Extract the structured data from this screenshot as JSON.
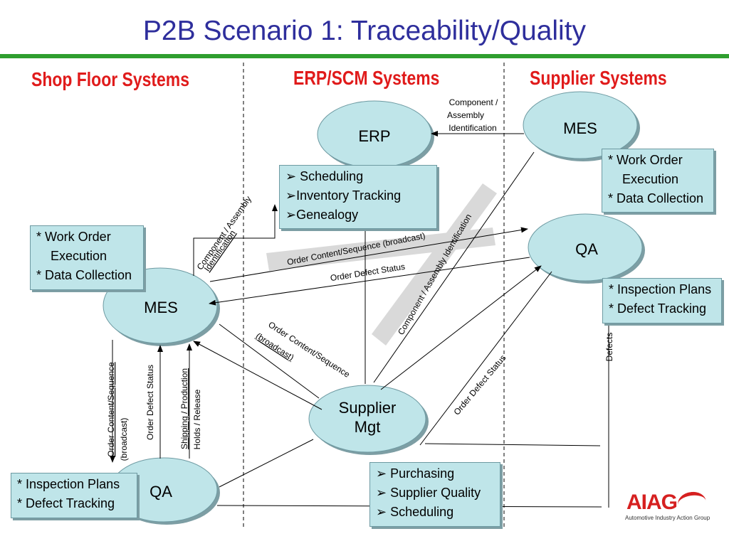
{
  "title": "P2B Scenario 1:  Traceability/Quality",
  "headers": {
    "shop_floor": "Shop Floor Systems",
    "erp_scm": "ERP/SCM Systems",
    "supplier": "Supplier Systems"
  },
  "nodes": {
    "erp": "ERP",
    "mes_supplier": "MES",
    "qa_supplier": "QA",
    "mes_shop": "MES",
    "qa_shop": "QA",
    "supplier_mgt_line1": "Supplier",
    "supplier_mgt_line2": "Mgt"
  },
  "boxes": {
    "erp_functions": [
      "➢ Scheduling",
      "➢Inventory Tracking",
      "➢Genealogy"
    ],
    "supplier_mes_functions": [
      "* Work Order",
      "    Execution",
      "* Data Collection"
    ],
    "supplier_qa_functions": [
      "* Inspection Plans",
      "* Defect Tracking"
    ],
    "shop_mes_functions": [
      "* Work Order",
      "    Execution",
      "* Data Collection"
    ],
    "shop_qa_functions": [
      "* Inspection Plans",
      "* Defect Tracking"
    ],
    "supplier_mgt_functions": [
      "➢ Purchasing",
      "➢ Supplier Quality",
      "➢ Scheduling"
    ]
  },
  "labels": {
    "component_assembly_id_top": [
      "Component /",
      "Assembly",
      "Identification"
    ],
    "component_assembly_id_left": [
      "Component / Assembly",
      "Identification"
    ],
    "order_content_broadcast": "Order Content/Sequence (broadcast)",
    "order_defect_status_top": "Order Defect Status",
    "component_assembly_id_band": "Component / Assembly Identification",
    "order_content_sequence_mid": [
      "Order Content/Sequence",
      "(broadcast)"
    ],
    "order_defect_status_right": "Order Defect Status",
    "defects": "Defects",
    "order_content_vertical": [
      "Order Content/Sequence",
      "(broadcast)"
    ],
    "order_defect_status_vertical": "Order Defect Status",
    "shipping_holds": [
      "Shipping / Production",
      "Holds / Release"
    ]
  },
  "logo": {
    "word": "AIAG",
    "subtitle": "Automotive Industry Action Group",
    "color": "#d62020"
  },
  "colors": {
    "title": "#2e2e9c",
    "headers": "#e01b1b",
    "rule": "#2f9e2f",
    "node_fill": "#bfe5e9",
    "band": "#d9d9d9"
  }
}
